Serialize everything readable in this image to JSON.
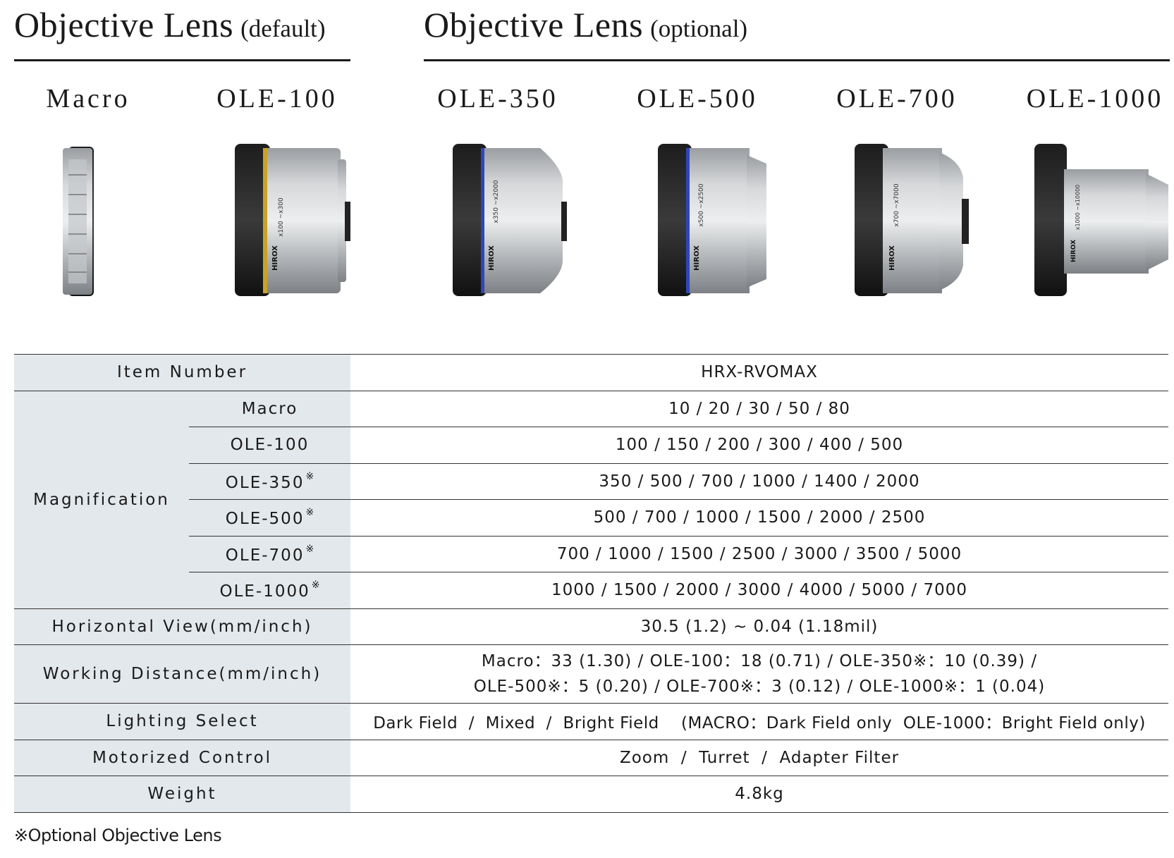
{
  "header": {
    "default_title": "Objective Lens",
    "default_suffix": "(default)",
    "optional_title": "Objective Lens",
    "optional_suffix": "(optional)"
  },
  "lenses": [
    {
      "name": "Macro"
    },
    {
      "name": "OLE-100",
      "band_color": "#c9a227",
      "engraving": "x100 ~x300"
    },
    {
      "name": "OLE-350",
      "band_color": "#2f46b8",
      "engraving": "x350 ~x2000"
    },
    {
      "name": "OLE-500",
      "band_color": "#2f46b8",
      "engraving": "x500 ~x2500"
    },
    {
      "name": "OLE-700",
      "engraving": "x700 ~x7000"
    },
    {
      "name": "OLE-1000",
      "engraving": "x1000 ~x10000"
    }
  ],
  "brand_engraving": "HIROX",
  "table": {
    "item_number": {
      "label": "Item Number",
      "value": "HRX-RVOMAX"
    },
    "magnification": {
      "label": "Magnification",
      "rows": [
        {
          "lens": "Macro",
          "mark": "",
          "value": "10 / 20 / 30 / 50 / 80"
        },
        {
          "lens": "OLE-100",
          "mark": "",
          "value": "100 / 150 / 200 / 300 / 400 / 500"
        },
        {
          "lens": "OLE-350",
          "mark": "※",
          "value": "350 / 500 / 700 / 1000 / 1400 / 2000"
        },
        {
          "lens": "OLE-500",
          "mark": "※",
          "value": "500 / 700 / 1000 / 1500 / 2000 / 2500"
        },
        {
          "lens": "OLE-700",
          "mark": "※",
          "value": "700 / 1000 / 1500 / 2500 / 3000 / 3500 / 5000"
        },
        {
          "lens": "OLE-1000",
          "mark": "※",
          "value": "1000 / 1500 / 2000 / 3000 / 4000 / 5000 / 7000"
        }
      ]
    },
    "horizontal_view": {
      "label": "Horizontal View(mm/inch)",
      "value": "30.5 (1.2) ~ 0.04 (1.18mil)"
    },
    "working_distance": {
      "label": "Working Distance(mm/inch)",
      "line1": "Macro：33 (1.30) / OLE-100：18 (0.71) / OLE-350※：10 (0.39) /",
      "line2": "OLE-500※：5 (0.20) / OLE-700※：3 (0.12) / OLE-1000※：1 (0.04)"
    },
    "lighting": {
      "label": "Lighting Select",
      "value": "Dark Field  /  Mixed  /  Bright Field    (MACRO：Dark Field only  OLE-1000：Bright Field only)"
    },
    "motorized": {
      "label": "Motorized Control",
      "value": "Zoom  /  Turret  /  Adapter Filter"
    },
    "weight": {
      "label": "Weight",
      "value": "4.8kg"
    }
  },
  "footnote": "※Optional Objective Lens",
  "colors": {
    "label_bg": "#e3e8ec",
    "rule": "#1a1a1a",
    "metal": "#b8babd"
  }
}
